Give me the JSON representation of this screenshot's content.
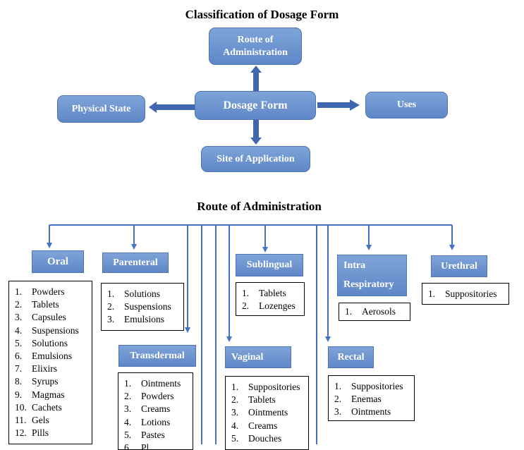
{
  "classification": {
    "title": "Classification of Dosage Form",
    "center": "Dosage Form",
    "top": "Route of Administration",
    "left": "Physical State",
    "right": "Uses",
    "bottom": "Site of Application"
  },
  "route": {
    "title": "Route of Administration",
    "oral": {
      "label": "Oral",
      "items": [
        "Powders",
        "Tablets",
        "Capsules",
        "Suspensions",
        "Solutions",
        "Emulsions",
        "Elixirs",
        "Syrups",
        "Magmas",
        "Cachets",
        "Gels",
        "Pills"
      ]
    },
    "parenteral": {
      "label": "Parenteral",
      "items": [
        "Solutions",
        "Suspensions",
        "Emulsions"
      ]
    },
    "transdermal": {
      "label": "Transdermal",
      "items": [
        "Ointments",
        "Powders",
        "Creams",
        "Lotions",
        "Pastes",
        "Pl..."
      ]
    },
    "sublingual": {
      "label": "Sublingual",
      "items": [
        "Tablets",
        "Lozenges"
      ]
    },
    "vaginal": {
      "label": "Vaginal",
      "items": [
        "Suppositories",
        "Tablets",
        "Ointments",
        "Creams",
        "Douches"
      ]
    },
    "intra_respiratory": {
      "label_line1": "Intra",
      "label_line2": "Respiratory",
      "items": [
        "Aerosols"
      ]
    },
    "rectal": {
      "label": "Rectal",
      "items": [
        "Suppositories",
        "Enemas",
        "Ointments"
      ]
    },
    "urethral": {
      "label": "Urethral",
      "items": [
        "Suppositories"
      ]
    }
  }
}
